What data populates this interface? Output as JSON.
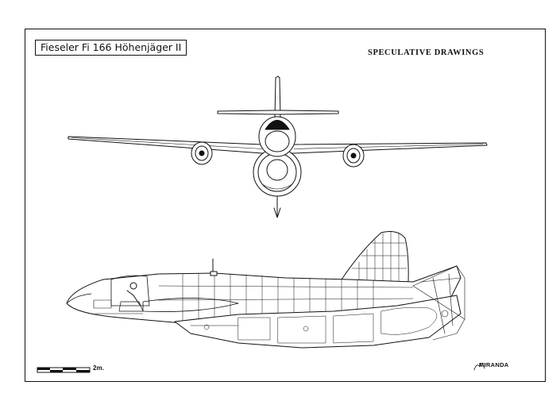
{
  "title": "Fieseler Fi 166 Höhenjäger II",
  "subtitle": "SPECULATIVE DRAWINGS",
  "scale_bar": {
    "label": "2m."
  },
  "signature": "MIRANDA"
}
